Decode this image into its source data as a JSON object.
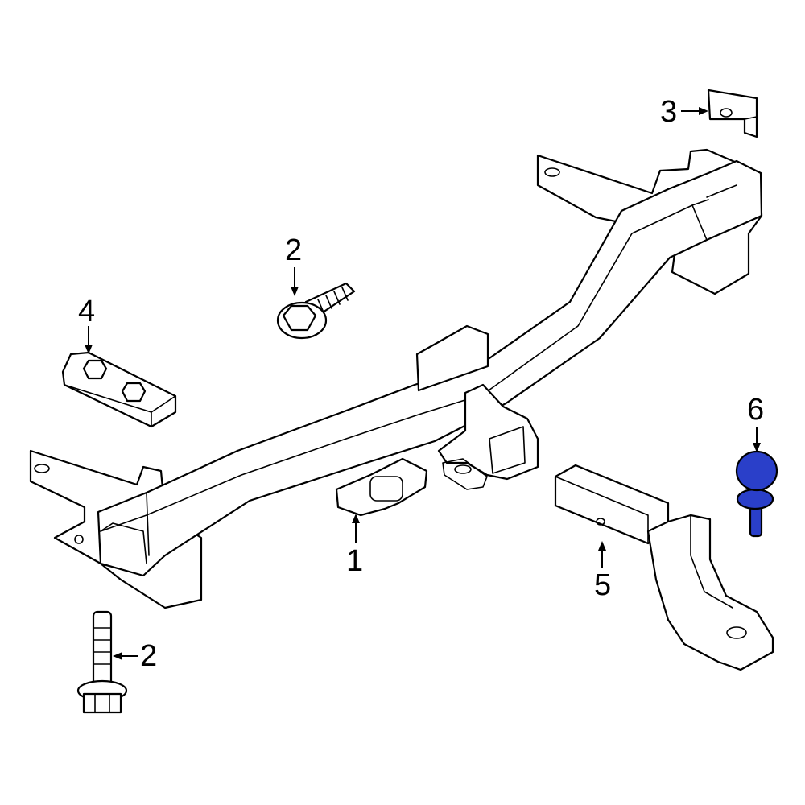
{
  "callouts": {
    "c1": "1",
    "c2a": "2",
    "c2b": "2",
    "c3": "3",
    "c4": "4",
    "c5": "5",
    "c6": "6"
  },
  "colors": {
    "line": "#000000",
    "background": "#ffffff",
    "highlight": "#2a3fc9"
  },
  "highlighted_part": "6"
}
